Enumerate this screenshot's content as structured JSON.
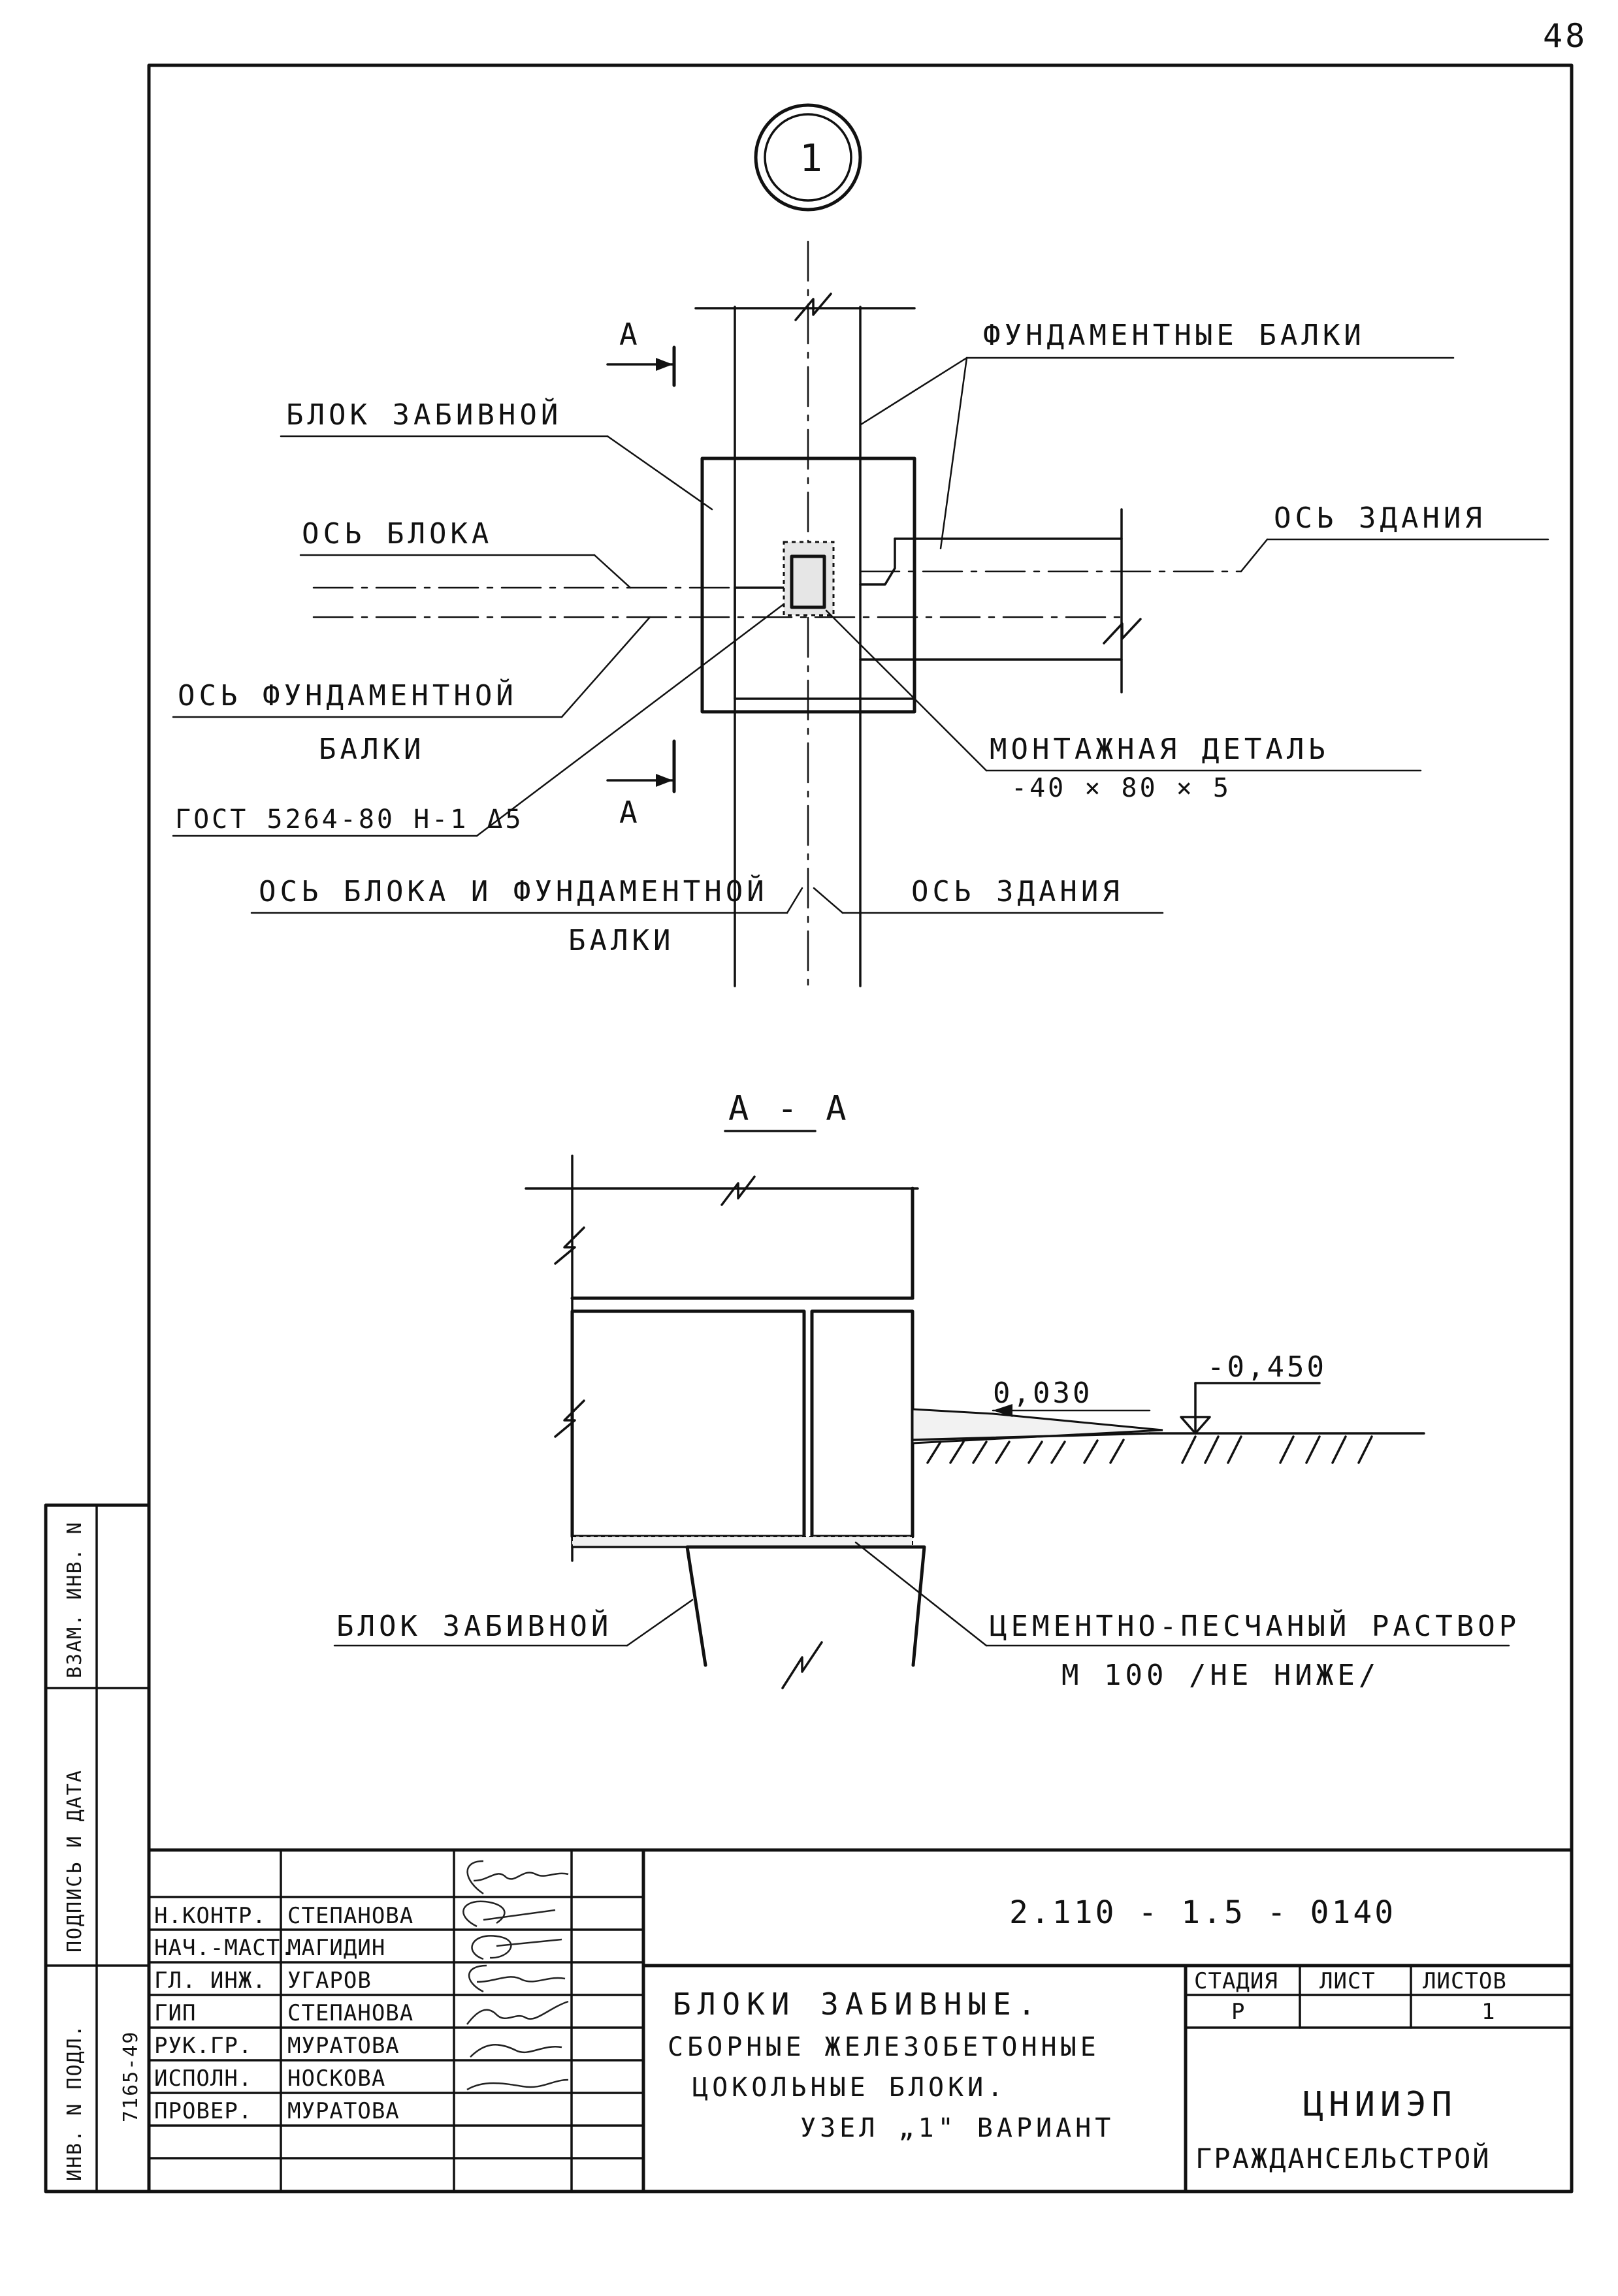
{
  "page_number": "48",
  "detail_marker": "1",
  "section_letter": "А",
  "plan_labels": {
    "foundation_beams": "ФУНДАМЕНТНЫЕ БАЛКИ",
    "driven_block": "БЛОК ЗАБИВНОЙ",
    "block_axis": "ОСЬ БЛОКА",
    "building_axis": "ОСЬ ЗДАНИЯ",
    "beam_axis_line1": "ОСЬ ФУНДАМЕНТНОЙ",
    "beam_axis_line2": "БАЛКИ",
    "mounting_part": "МОНТАЖНАЯ ДЕТАЛЬ",
    "mounting_part_size": "-40 × 80 × 5",
    "gost": "ГОСТ 5264-80 Н-1 Δ5",
    "block_and_beam_axis_line1": "ОСЬ БЛОКА И ФУНДАМЕНТНОЙ",
    "block_and_beam_axis_line2": "БАЛКИ",
    "building_axis_2": "ОСЬ ЗДАНИЯ"
  },
  "section": {
    "title": "А - А",
    "slope": "0,030",
    "level": "-0,450",
    "driven_block": "БЛОК ЗАБИВНОЙ",
    "mortar_line1": "ЦЕМЕНТНО-ПЕСЧАНЫЙ РАСТВОР",
    "mortar_line2": "М 100 /НЕ НИЖЕ/"
  },
  "side_stamp": {
    "inv_no": "ВЗАМ. ИНВ. N",
    "sign_date": "ПОДПИСЬ И ДАТА",
    "orig_no": "ИНВ. N ПОДЛ.",
    "orig_value": "7165-49"
  },
  "title_block": {
    "doc_code": "2.110 - 1.5 - 0140",
    "title_line1": "БЛОКИ ЗАБИВНЫЕ.",
    "title_line2": "СБОРНЫЕ ЖЕЛЕЗОБЕТОННЫЕ",
    "title_line3": "ЦОКОЛЬНЫЕ БЛОКИ.",
    "title_line4": "УЗЕЛ „1\" ВАРИАНТ",
    "stage_header": "СТАДИЯ",
    "sheet_header": "ЛИСТ",
    "sheets_header": "ЛИСТОВ",
    "stage_value": "Р",
    "sheet_value": "",
    "sheets_value": "1",
    "org_line1": "ЦНИИЭП",
    "org_line2": "ГРАЖДАНСЕЛЬСТРОЙ",
    "staff": [
      {
        "role": "Н.КОНТР.",
        "name": "СТЕПАНОВА"
      },
      {
        "role": "НАЧ.-МАСТ.",
        "name": "МАГИДИН"
      },
      {
        "role": "ГЛ. ИНЖ.",
        "name": "УГАРОВ"
      },
      {
        "role": "ГИП",
        "name": "СТЕПАНОВА"
      },
      {
        "role": "РУК.ГР.",
        "name": "МУРАТОВА"
      },
      {
        "role": "ИСПОЛН.",
        "name": "НОСКОВА"
      },
      {
        "role": "ПРОВЕР.",
        "name": "МУРАТОВА"
      }
    ]
  }
}
